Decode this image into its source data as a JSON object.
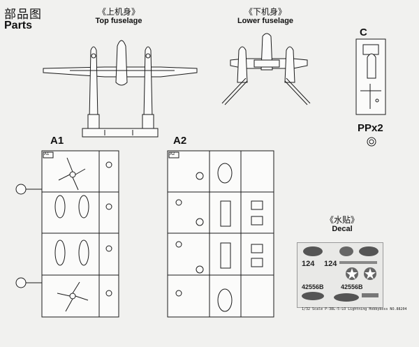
{
  "header": {
    "title_cn": "部品图",
    "title_en": "Parts"
  },
  "top_fuselage": {
    "label_cn": "《上机身》",
    "label_en": "Top fuselage"
  },
  "lower_fuselage": {
    "label_cn": "《下机身》",
    "label_en": "Lower fuselage"
  },
  "sprue_c": {
    "label": "C"
  },
  "sprue_pp": {
    "label": "PPx2"
  },
  "sprue_a1": {
    "label": "A1",
    "frame_tag": "A1"
  },
  "sprue_a2": {
    "label": "A2",
    "frame_tag": "A2"
  },
  "decal": {
    "label_cn": "《水贴》",
    "label_en": "Decal",
    "caption": "1/32 Scale P-38L-5-LO Lightning Hobbyboss NO.88204",
    "numbers": [
      "124",
      "124",
      "42556B",
      "42556B"
    ]
  }
}
